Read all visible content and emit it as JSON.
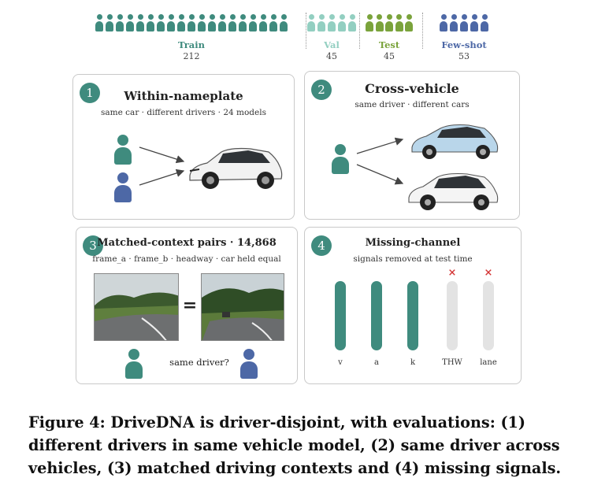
{
  "splits": [
    {
      "key": "train",
      "name": "Train",
      "count": "212",
      "color": "#3f8b7e",
      "people": 19
    },
    {
      "key": "val",
      "name": "Val",
      "count": "45",
      "color": "#93cfc1",
      "people": 5
    },
    {
      "key": "test",
      "name": "Test",
      "count": "45",
      "color": "#7aa33b",
      "people": 5
    },
    {
      "key": "fewshot",
      "name": "Few-shot",
      "count": "53",
      "color": "#4d68a6",
      "people": 5
    }
  ],
  "panel1": {
    "num": "1",
    "title": "Within-nameplate",
    "subtitle": "same car · different drivers · 24 models"
  },
  "panel2": {
    "num": "2",
    "title": "Cross-vehicle",
    "subtitle": "same driver · different cars"
  },
  "panel3": {
    "num": "3",
    "title": "Matched-context pairs · 14,868",
    "subtitle": "frame_a · frame_b · headway · car held equal",
    "equals": "=",
    "question": "same driver?"
  },
  "panel4": {
    "num": "4",
    "title": "Missing-channel",
    "subtitle": "signals removed at test time",
    "channels": [
      {
        "label": "v",
        "removed": false
      },
      {
        "label": "a",
        "removed": false
      },
      {
        "label": "k",
        "removed": false
      },
      {
        "label": "THW",
        "removed": true
      },
      {
        "label": "lane",
        "removed": true
      }
    ],
    "remove_mark": "×"
  },
  "colors": {
    "teal": "#3f8b7e",
    "blue": "#4d68a6",
    "removed": "#e3e3e3",
    "mark": "#d33333"
  },
  "caption": "Figure 4: DriveDNA is driver-disjoint, with evaluations: (1) different drivers in same vehicle model, (2) same driver across vehicles, (3) matched driving contexts and (4) missing signals."
}
